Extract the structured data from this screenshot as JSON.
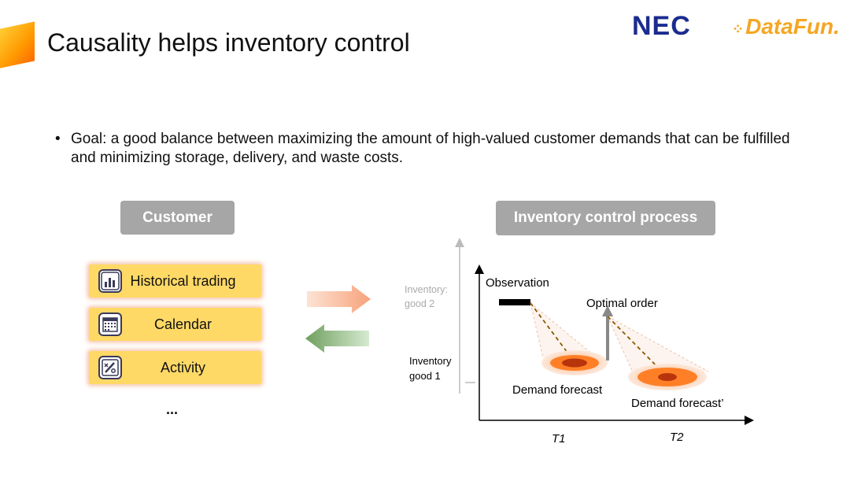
{
  "slide": {
    "title": "Causality helps inventory control",
    "logos": {
      "nec": "NEC",
      "datafun": "DataFun."
    },
    "bullet": "Goal: a good balance between maximizing the amount of high-valued customer demands that can be fulfilled and minimizing storage, delivery, and waste costs."
  },
  "customer": {
    "header": "Customer",
    "items": [
      {
        "label": "Historical trading",
        "icon": "bar-chart-icon"
      },
      {
        "label": "Calendar",
        "icon": "calendar-icon"
      },
      {
        "label": "Activity",
        "icon": "activity-icon"
      }
    ],
    "more": "..."
  },
  "process": {
    "header": "Inventory control process",
    "inventory_good2": [
      "Inventory:",
      "good 2"
    ],
    "inventory_good1": [
      "Inventory",
      "good 1"
    ],
    "observation": "Observation",
    "optimal_order": "Optimal order",
    "demand_forecast": "Demand forecast",
    "demand_forecast_prime": "Demand forecast’",
    "t1": "T1",
    "t2": "T2"
  },
  "colors": {
    "accent": "#ff9900",
    "pill": "#a6a6a6",
    "item_fill": "#ffd966",
    "nec_blue": "#1b2c8f",
    "datafun_orange": "#f5a623",
    "arrow_right": "#f9b99a",
    "arrow_left": "#8fbf7f",
    "forecast_core": "#c0390f",
    "forecast_mid": "#ff7f27",
    "forecast_outer": "#fbd3b8"
  }
}
